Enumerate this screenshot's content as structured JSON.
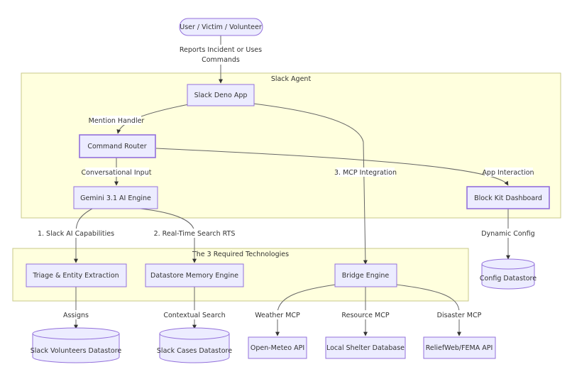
{
  "subgraphs": {
    "slack_agent": "Slack Agent",
    "required_tech": "The 3 Required Technologies"
  },
  "nodes": {
    "user": "User / Victim / Volunteer",
    "slack_app": "Slack Deno App",
    "command_router": "Command Router",
    "gemini": "Gemini 3.1 AI Engine",
    "block_kit": "Block Kit Dashboard",
    "config_ds": "Config Datastore",
    "triage": "Triage & Entity Extraction",
    "memory": "Datastore Memory Engine",
    "bridge": "Bridge Engine",
    "volunteers_ds": "Slack Volunteers Datastore",
    "cases_ds": "Slack Cases Datastore",
    "open_meteo": "Open-Meteo API",
    "shelter_db": "Local Shelter Database",
    "reliefweb": "ReliefWeb/FEMA API"
  },
  "edges": {
    "reports_line1": "Reports Incident or Uses",
    "reports_line2": "Commands",
    "mention": "Mention Handler",
    "conversational": "Conversational Input",
    "mcp_integration": "3. MCP Integration",
    "app_interaction": "App Interaction",
    "slack_ai": "1. Slack AI Capabilities",
    "realtime": "2. Real-Time Search RTS",
    "dynamic_config": "Dynamic Config",
    "assigns": "Assigns",
    "contextual": "Contextual Search",
    "weather": "Weather MCP",
    "resource": "Resource MCP",
    "disaster": "Disaster MCP"
  },
  "colors": {
    "node_fill": "#ececff",
    "node_stroke": "#9370db",
    "cluster_fill": "#ffffde",
    "cluster_stroke": "#c9c98a",
    "edge": "#666666"
  }
}
